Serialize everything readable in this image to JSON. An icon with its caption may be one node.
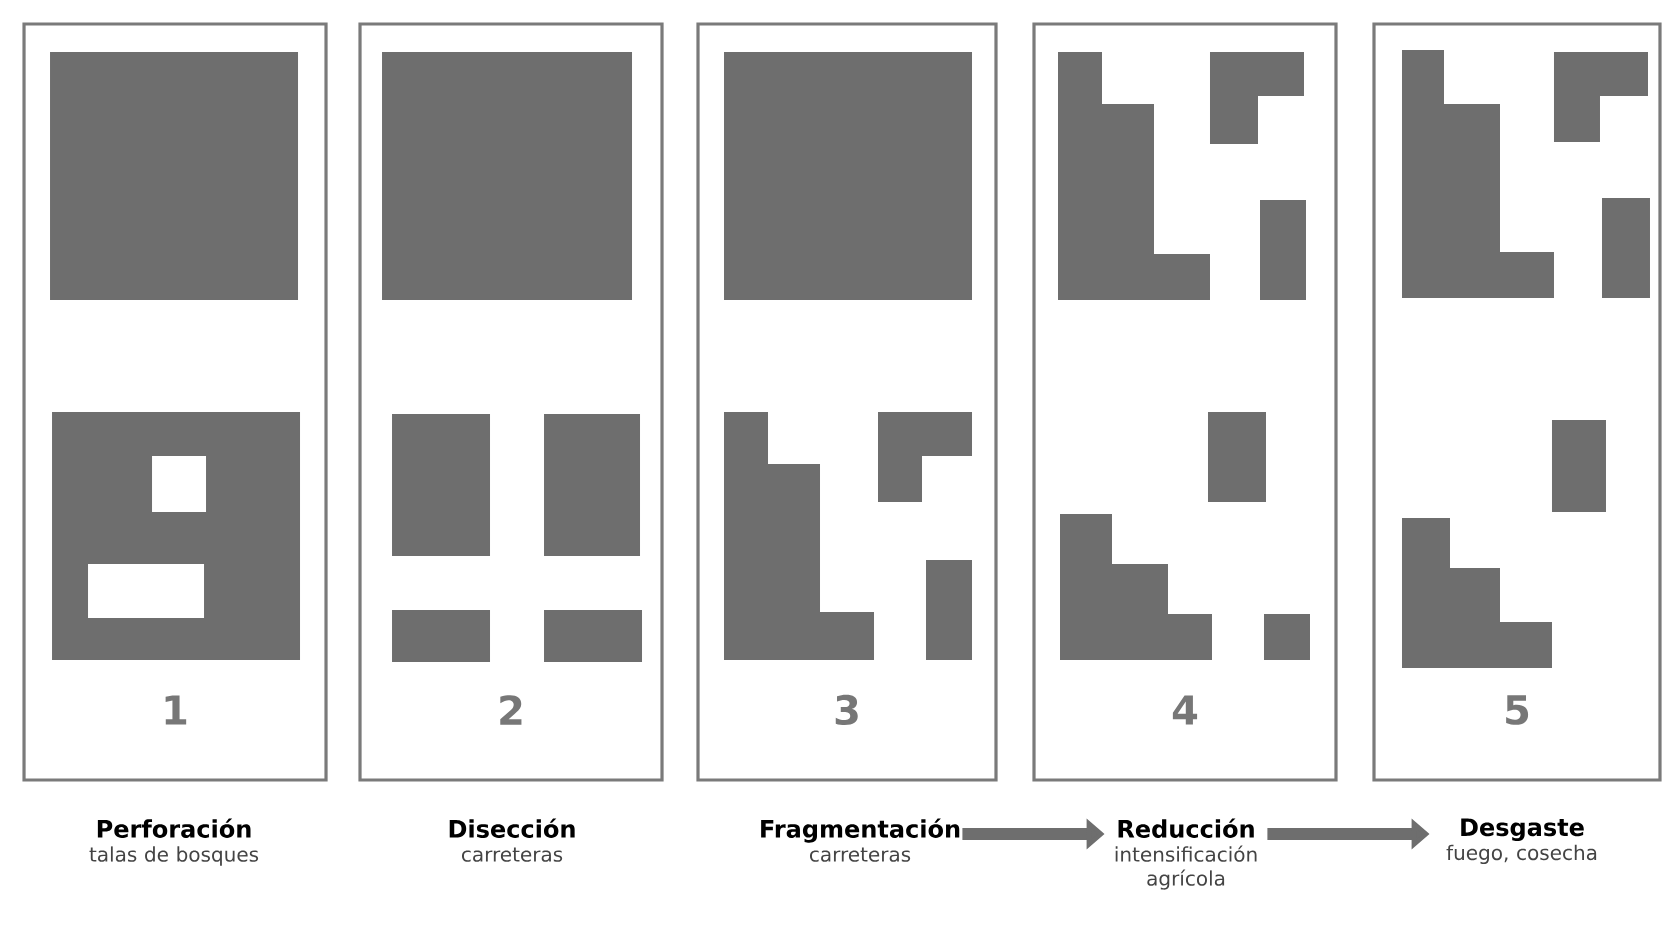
{
  "diagram": {
    "nodes": [
      {
        "text": [
          "1"
        ]
      },
      {
        "text": [
          "2"
        ]
      },
      {
        "text": [
          "3"
        ]
      },
      {
        "text": [
          "4"
        ]
      },
      {
        "text": [
          "5"
        ]
      },
      {
        "text": [
          "Perforación",
          "talas de bosques"
        ]
      },
      {
        "text": [
          "Disección",
          "carreteras"
        ]
      },
      {
        "text": [
          "Fragmentación",
          "carreteras"
        ]
      },
      {
        "text": [
          "Reducción",
          "intensificación agrícola"
        ]
      },
      {
        "text": [
          "Desgaste",
          "fuego, cosecha"
        ]
      }
    ],
    "edges": [
      {
        "from": 7,
        "to": 8,
        "arrow": "to"
      },
      {
        "from": 8,
        "to": 9,
        "arrow": "to"
      }
    ]
  }
}
